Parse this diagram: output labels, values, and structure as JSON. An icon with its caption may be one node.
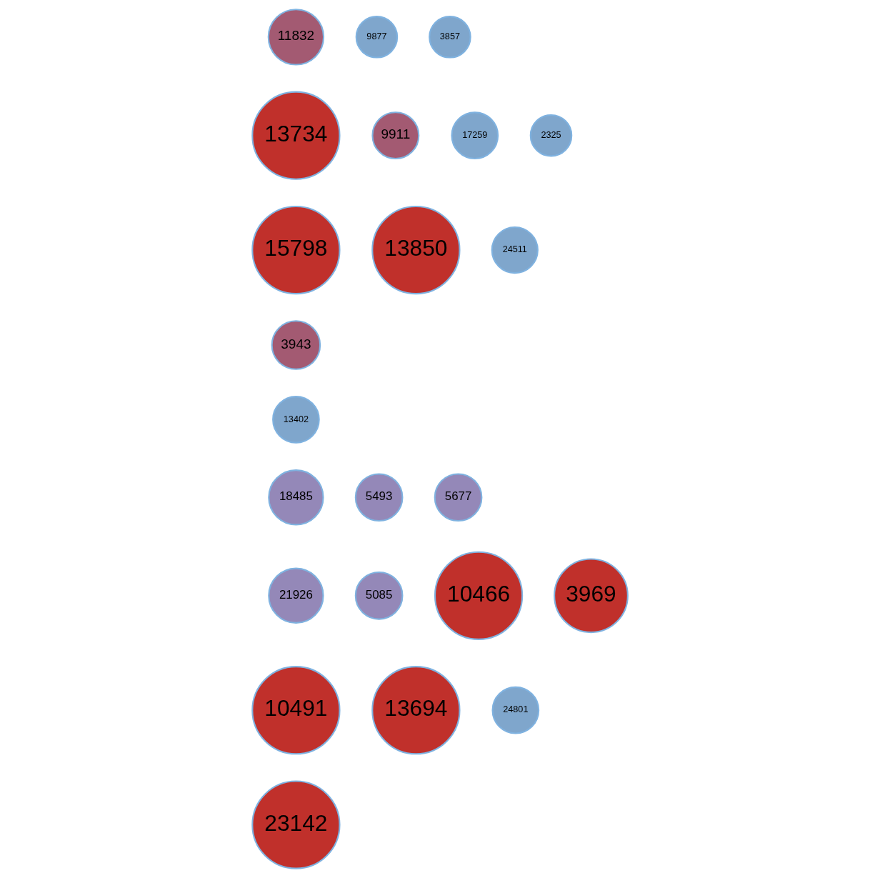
{
  "diagram": {
    "nodes": [
      {
        "text": [
          "11832"
        ]
      },
      {
        "text": [
          "9877"
        ]
      },
      {
        "text": [
          "3857"
        ]
      },
      {
        "text": [
          "13734"
        ]
      },
      {
        "text": [
          "9911"
        ]
      },
      {
        "text": [
          "17259"
        ]
      },
      {
        "text": [
          "2325"
        ]
      },
      {
        "text": [
          "15798"
        ]
      },
      {
        "text": [
          "13850"
        ]
      },
      {
        "text": [
          "24511"
        ]
      },
      {
        "text": [
          "3943"
        ]
      },
      {
        "text": [
          "13402"
        ]
      },
      {
        "text": [
          "18485"
        ]
      },
      {
        "text": [
          "5493"
        ]
      },
      {
        "text": [
          "5677"
        ]
      },
      {
        "text": [
          "21926"
        ]
      },
      {
        "text": [
          "5085"
        ]
      },
      {
        "text": [
          "10466"
        ]
      },
      {
        "text": [
          "3969"
        ]
      },
      {
        "text": [
          "10491"
        ]
      },
      {
        "text": [
          "13694"
        ]
      },
      {
        "text": [
          "24801"
        ]
      },
      {
        "text": [
          "23142"
        ]
      }
    ]
  }
}
